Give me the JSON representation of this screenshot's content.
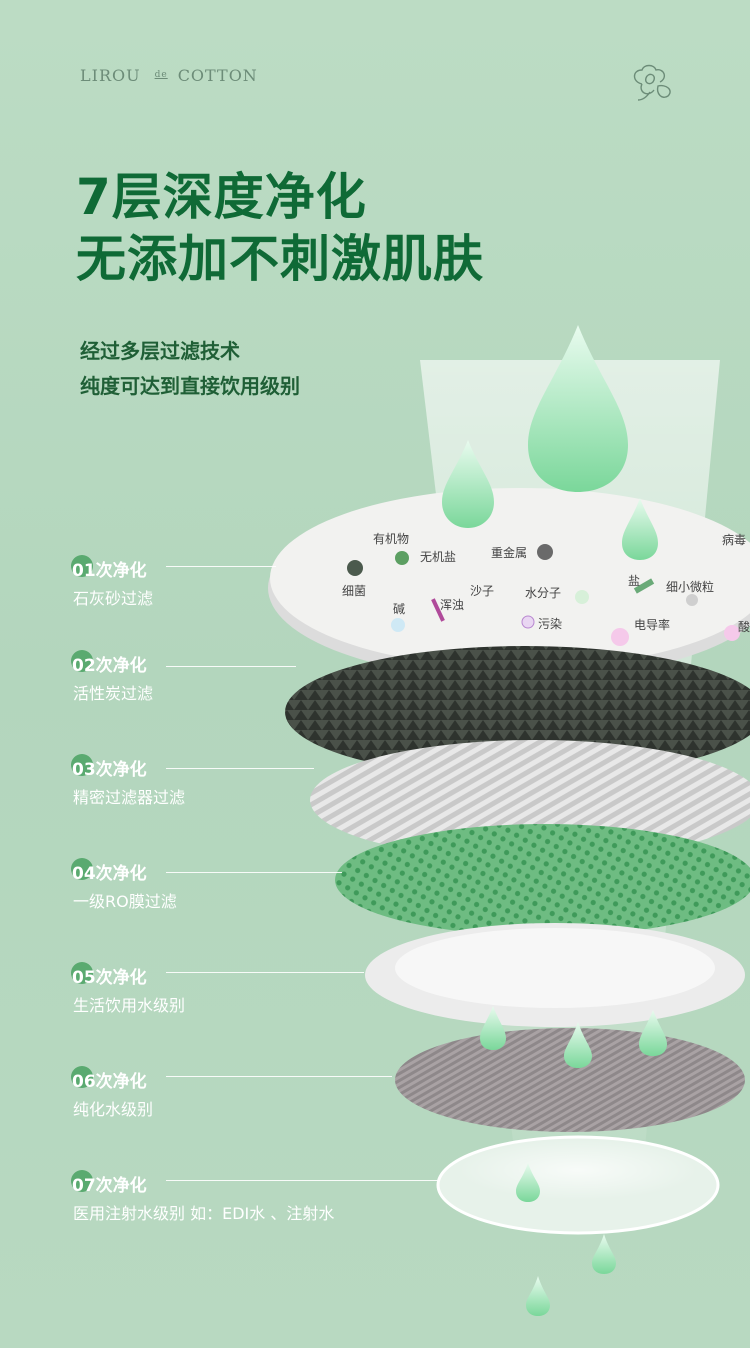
{
  "brand": {
    "left": "LIROU",
    "mid": "de",
    "right": "COTTON"
  },
  "headline": {
    "line1": "7层深度净化",
    "line2": "无添加不刺激肌肤"
  },
  "subhead": {
    "line1": "经过多层过滤技术",
    "line2": "纯度可达到直接饮用级别"
  },
  "levels": [
    {
      "num": "01",
      "label": "次净化",
      "desc": "石灰砂过滤"
    },
    {
      "num": "02",
      "label": "次净化",
      "desc": "活性炭过滤"
    },
    {
      "num": "03",
      "label": "次净化",
      "desc": "精密过滤器过滤"
    },
    {
      "num": "04",
      "label": "次净化",
      "desc": "一级RO膜过滤"
    },
    {
      "num": "05",
      "label": "次净化",
      "desc": "生活饮用水级别"
    },
    {
      "num": "06",
      "label": "次净化",
      "desc": "纯化水级别"
    },
    {
      "num": "07",
      "label": "次净化",
      "desc": "医用注射水级别 如：EDI水 、注射水"
    }
  ],
  "impurities": [
    "有机物",
    "无机盐",
    "重金属",
    "病毒",
    "细菌",
    "沙子",
    "水分子",
    "盐",
    "细小微粒",
    "碱",
    "浑浊",
    "污染",
    "电导率",
    "酸"
  ],
  "colors": {
    "title": "#0f6a36",
    "background": "#b6d8bf",
    "accent": "#5aaa70"
  },
  "icons": {
    "logo": "cotton-flower-icon",
    "drops": "water-drop-icon"
  }
}
